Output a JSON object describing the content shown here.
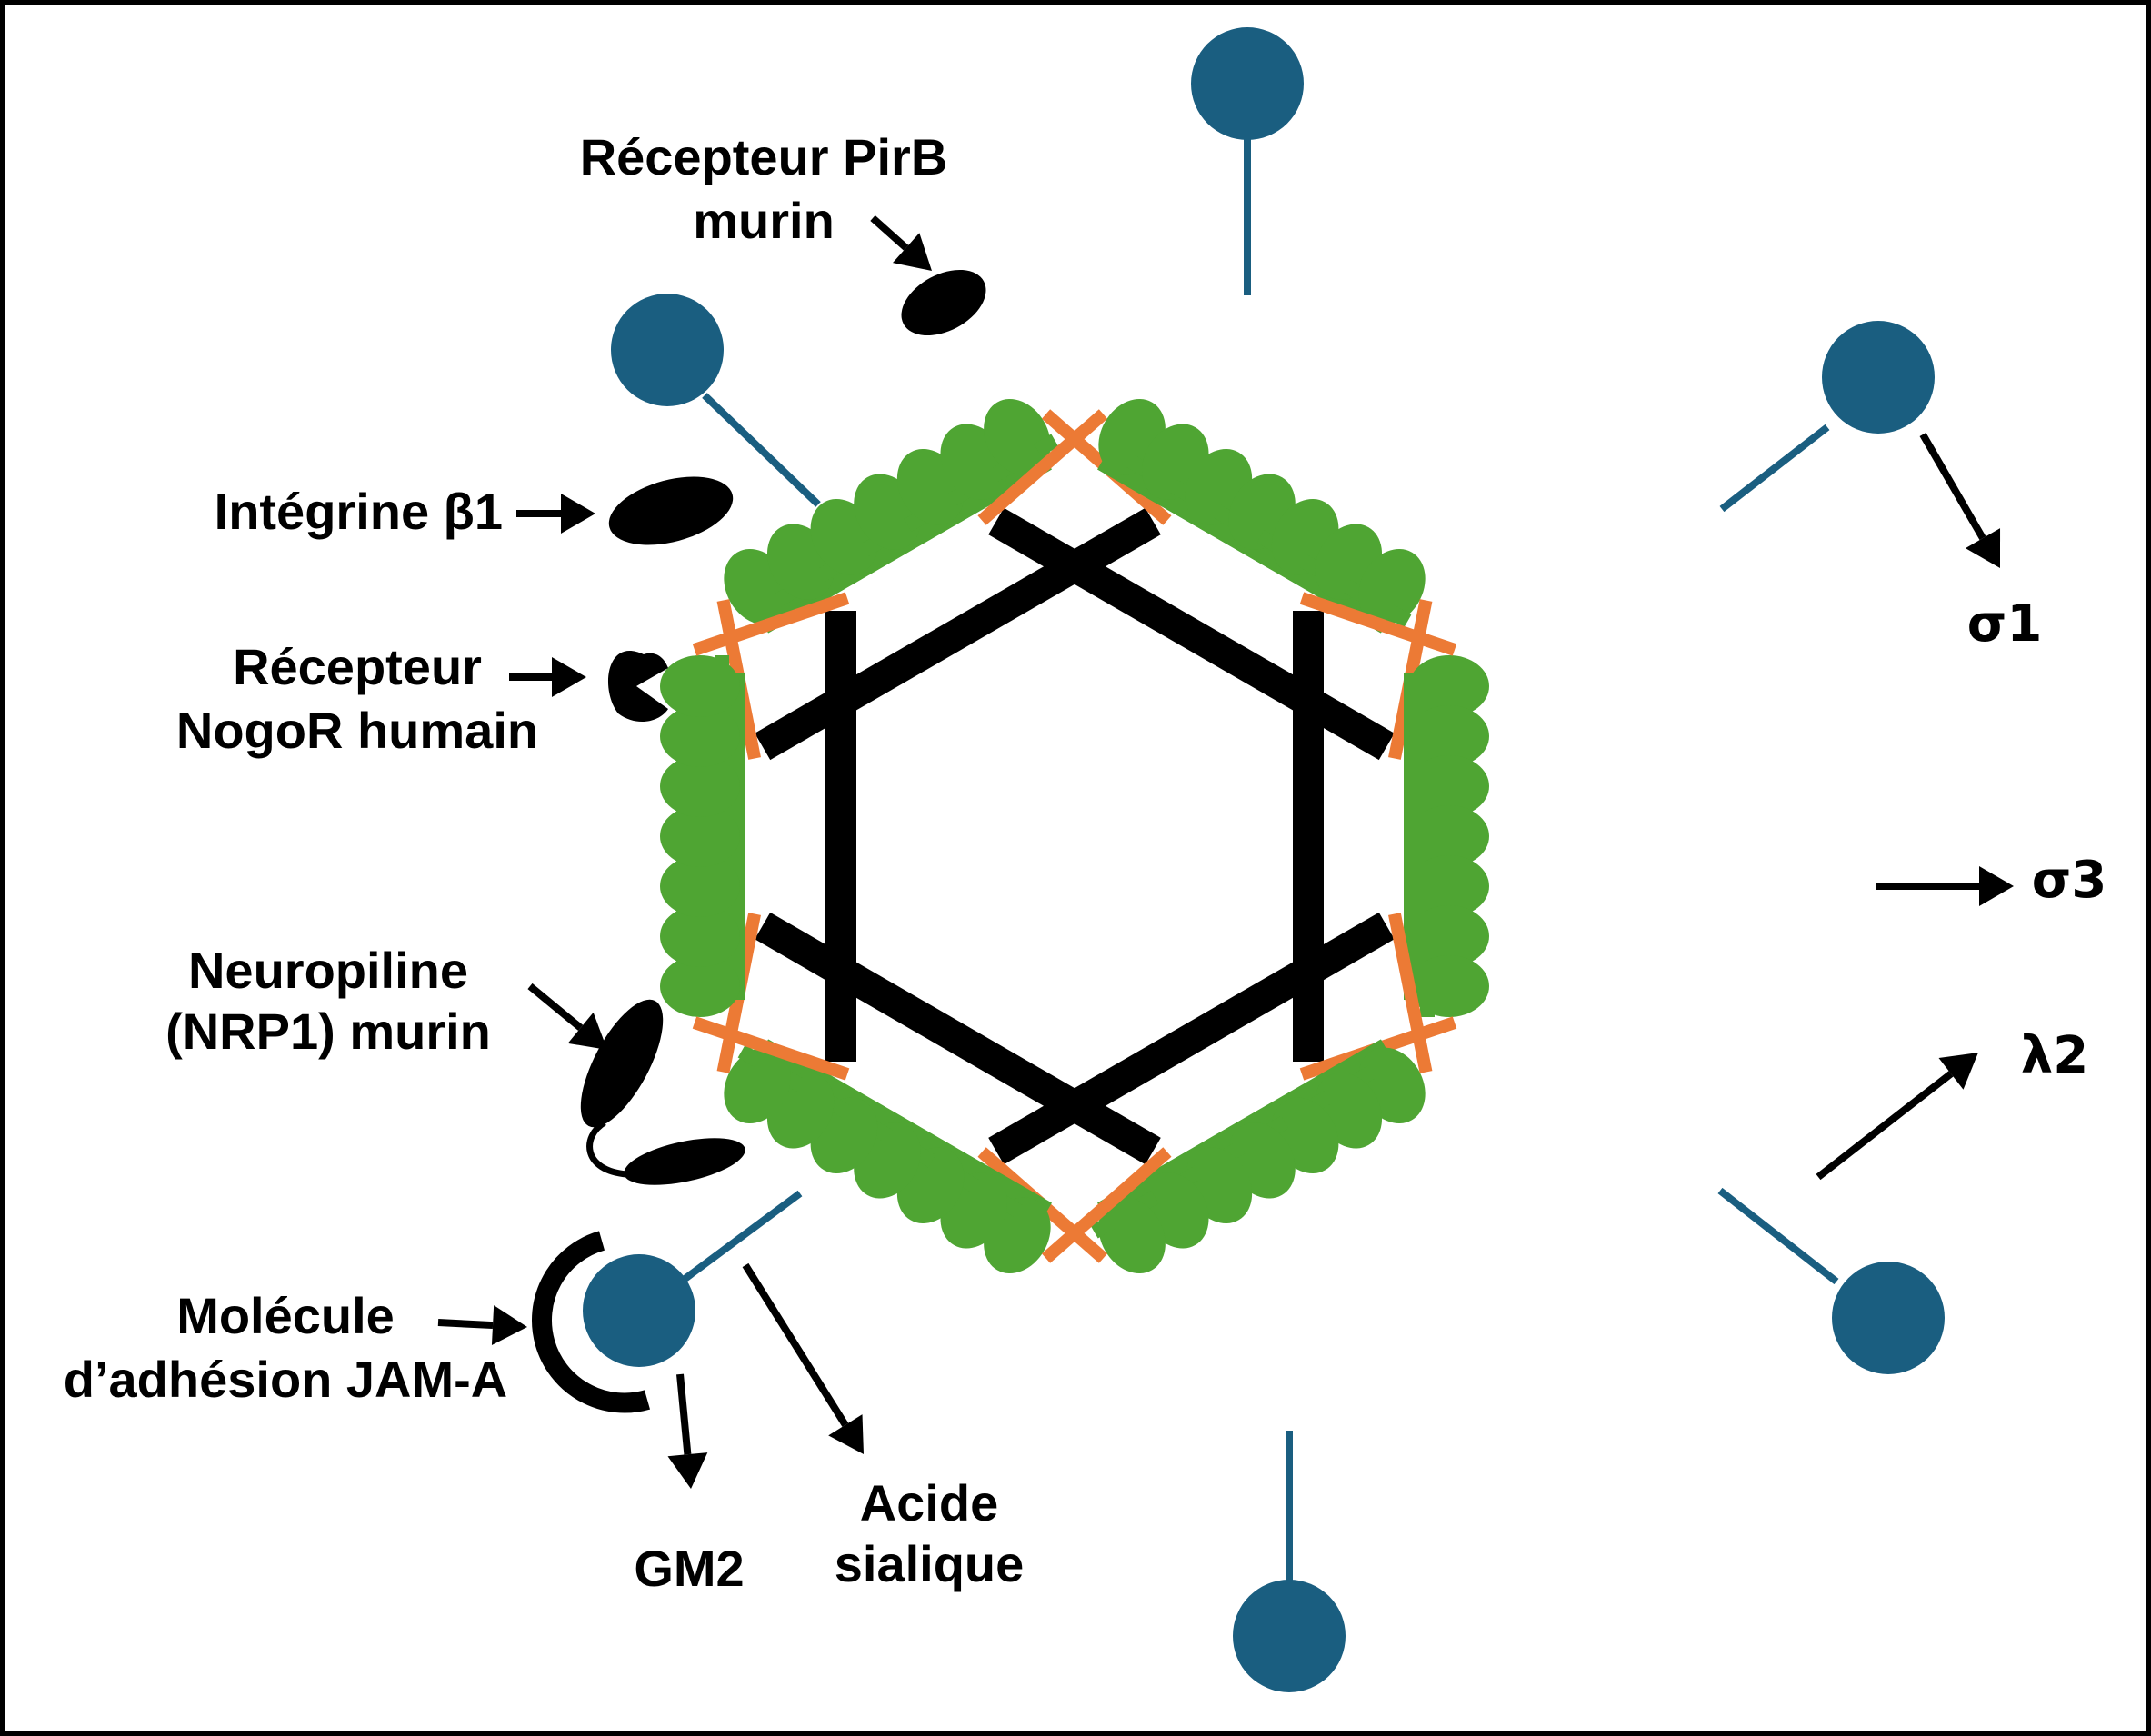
{
  "colors": {
    "green": "#4fa533",
    "orange": "#ec7a35",
    "blue": "#1a5e80",
    "black": "#000000",
    "frame": "#000000"
  },
  "icons": {
    "ligand": "ellipse-ligand",
    "arrow": "arrow"
  },
  "labels": {
    "pirb_line1": "Récepteur PirB",
    "pirb_line2": "murin",
    "integrin": "Intégrine β1",
    "nogor_line1": "Récepteur",
    "nogor_line2": "NogoR humain",
    "nrp1_line1": "Neuropiline",
    "nrp1_line2": "(NRP1) murin",
    "jama_line1": "Molécule",
    "jama_line2": "d’adhésion JAM-A",
    "gm2": "GM2",
    "sialic_line1": "Acide",
    "sialic_line2": "sialique",
    "sigma1": "σ1",
    "sigma3": "σ3",
    "lambda2": "λ2"
  }
}
